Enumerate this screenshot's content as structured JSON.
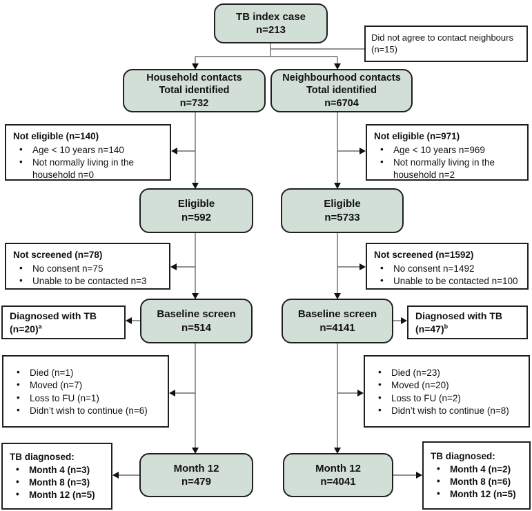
{
  "palette": {
    "node_fill": "#d2dfd6",
    "node_border": "#1f1f1f",
    "line_color": "#6b6b6b",
    "arrow_color": "#111111"
  },
  "nodes": {
    "index_case": {
      "line1": "TB index case",
      "line2": "n=213"
    },
    "did_not_agree": {
      "line1": "Did not agree to contact neighbours",
      "line2": "(n=15)"
    },
    "household": {
      "line1": "Household contacts",
      "line2": "Total identified",
      "line3": "n=732"
    },
    "neighbourhood": {
      "line1": "Neighbourhood contacts",
      "line2": "Total identified",
      "line3": "n=6704"
    },
    "not_eligible_left": {
      "title": "Not eligible (n=140)",
      "items": [
        "Age < 10 years n=140",
        "Not normally living in the household n=0"
      ]
    },
    "not_eligible_right": {
      "title": "Not eligible (n=971)",
      "items": [
        "Age < 10 years n=969",
        "Not normally living in the household n=2"
      ]
    },
    "eligible_left": {
      "line1": "Eligible",
      "line2": "n=592"
    },
    "eligible_right": {
      "line1": "Eligible",
      "line2": "n=5733"
    },
    "not_screened_left": {
      "title": "Not screened (n=78)",
      "items": [
        "No consent n=75",
        "Unable to be contacted n=3"
      ]
    },
    "not_screened_right": {
      "title": "Not screened (n=1592)",
      "items": [
        "No consent n=1492",
        "Unable to be contacted n=100"
      ]
    },
    "baseline_left": {
      "line1": "Baseline screen",
      "line2": "n=514"
    },
    "baseline_right": {
      "line1": "Baseline screen",
      "line2": "n=4141"
    },
    "diagnosed_left": {
      "line1": "Diagnosed with TB",
      "line2": "(n=20)",
      "superscript": "a"
    },
    "diagnosed_right": {
      "line1": "Diagnosed with TB",
      "line2": "(n=47)",
      "superscript": "b"
    },
    "withdrawn_left": {
      "items": [
        "Died (n=1)",
        "Moved (n=7)",
        "Loss to FU (n=1)",
        "Didn’t wish to continue (n=6)"
      ]
    },
    "withdrawn_right": {
      "items": [
        "Died (n=23)",
        "Moved (n=20)",
        "Loss to FU (n=2)",
        "Didn’t wish to continue (n=8)"
      ]
    },
    "month12_left": {
      "line1": "Month 12",
      "line2": "n=479"
    },
    "month12_right": {
      "line1": "Month 12",
      "line2": "n=4041"
    },
    "tb_diagnosed_left": {
      "title": "TB diagnosed:",
      "items": [
        "Month 4 (n=3)",
        "Month 8 (n=3)",
        "Month 12 (n=5)"
      ]
    },
    "tb_diagnosed_right": {
      "title": "TB diagnosed:",
      "items": [
        "Month 4 (n=2)",
        "Month 8 (n=6)",
        "Month 12 (n=5)"
      ]
    }
  }
}
